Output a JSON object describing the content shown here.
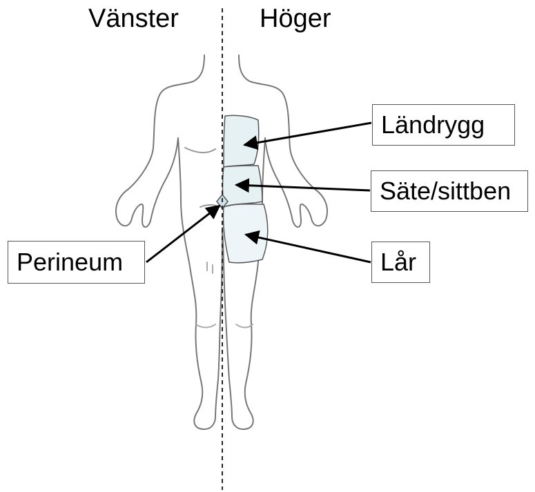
{
  "header": {
    "left_label": "Vänster",
    "right_label": "Höger"
  },
  "callouts": {
    "landrygg": "Ländrygg",
    "sate": "Säte/sittben",
    "lar": "Lår",
    "perineum": "Perineum"
  },
  "colors": {
    "region_fill": "#e6f1f3",
    "outline": "#555555",
    "arrow": "#000000"
  }
}
